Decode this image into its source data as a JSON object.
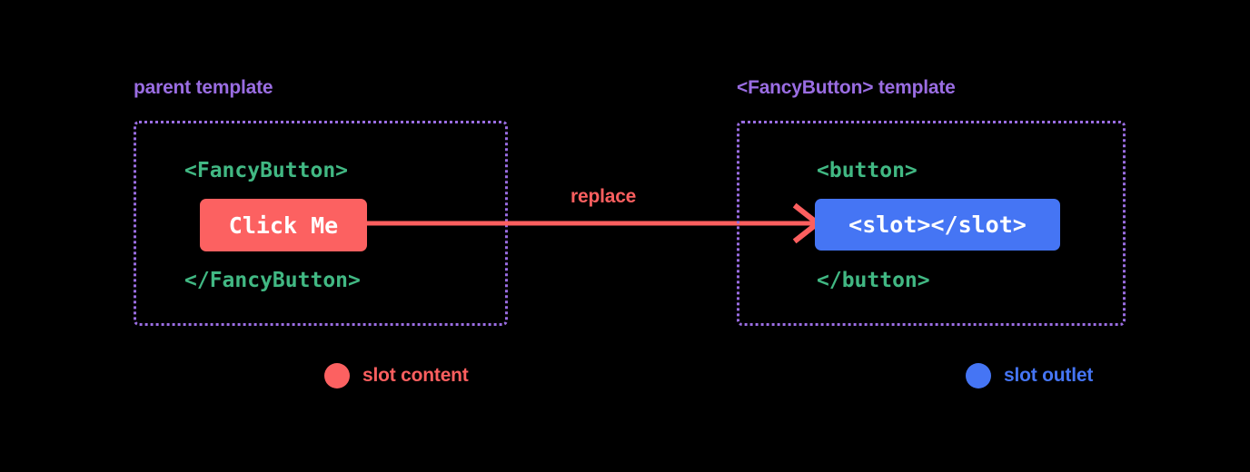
{
  "background_color": "#000000",
  "colors": {
    "heading_purple": "#9a6de2",
    "code_green": "#41b883",
    "slot_content_red": "#fc6161",
    "slot_outlet_blue": "#4575f4",
    "panel_border_purple": "#9a6de2",
    "chip_text_white": "#ffffff"
  },
  "panels": {
    "parent": {
      "heading": "parent template",
      "open_tag": "<FancyButton>",
      "chip_label": "Click Me",
      "close_tag": "</FancyButton>"
    },
    "fancy_button": {
      "heading": "<FancyButton> template",
      "open_tag": "<button>",
      "chip_label": "<slot></slot>",
      "close_tag": "</button>"
    }
  },
  "arrow": {
    "label": "replace",
    "direction": "left-to-right",
    "color": "#fc5f5f"
  },
  "legend": [
    {
      "label": "slot content",
      "color": "#fc6161"
    },
    {
      "label": "slot outlet",
      "color": "#4575f4"
    }
  ]
}
